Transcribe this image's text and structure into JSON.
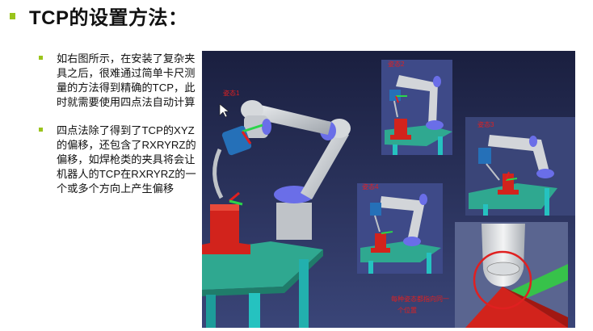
{
  "slide": {
    "title": "TCP的设置方法：",
    "bullets": [
      "如右图所示，在安装了复杂夹具之后，很难通过简单卡尺测量的方法得到精确的TCP，此时就需要使用四点法自动计算",
      "四点法除了得到了TCP的XYZ的偏移，还包含了RXRYRZ的偏移，如焊枪类的夹具将会让机器人的TCP在RXRYRZ的一个或多个方向上产生偏移"
    ]
  },
  "figure": {
    "labels": {
      "pose1": "姿态1",
      "pose2": "姿态2",
      "pose3": "姿态3",
      "pose4": "姿态4",
      "note_line1": "每种姿态都指向同一",
      "note_line2": "个位置"
    },
    "colors": {
      "background": "#22284a",
      "table_top": "#2fa890",
      "table_leg": "#25c2c0",
      "robot_arm": "#c9cdd2",
      "robot_joint_cap": "#6a6ee8",
      "tool_blue": "#2570b8",
      "target_red": "#d2231c",
      "label_red": "#e02020"
    }
  }
}
